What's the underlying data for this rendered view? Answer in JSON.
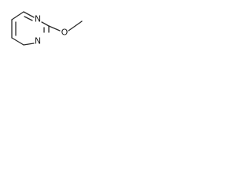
{
  "molecule": {
    "atoms": {
      "n1": "N",
      "n3": "N",
      "o": "O"
    }
  }
}
